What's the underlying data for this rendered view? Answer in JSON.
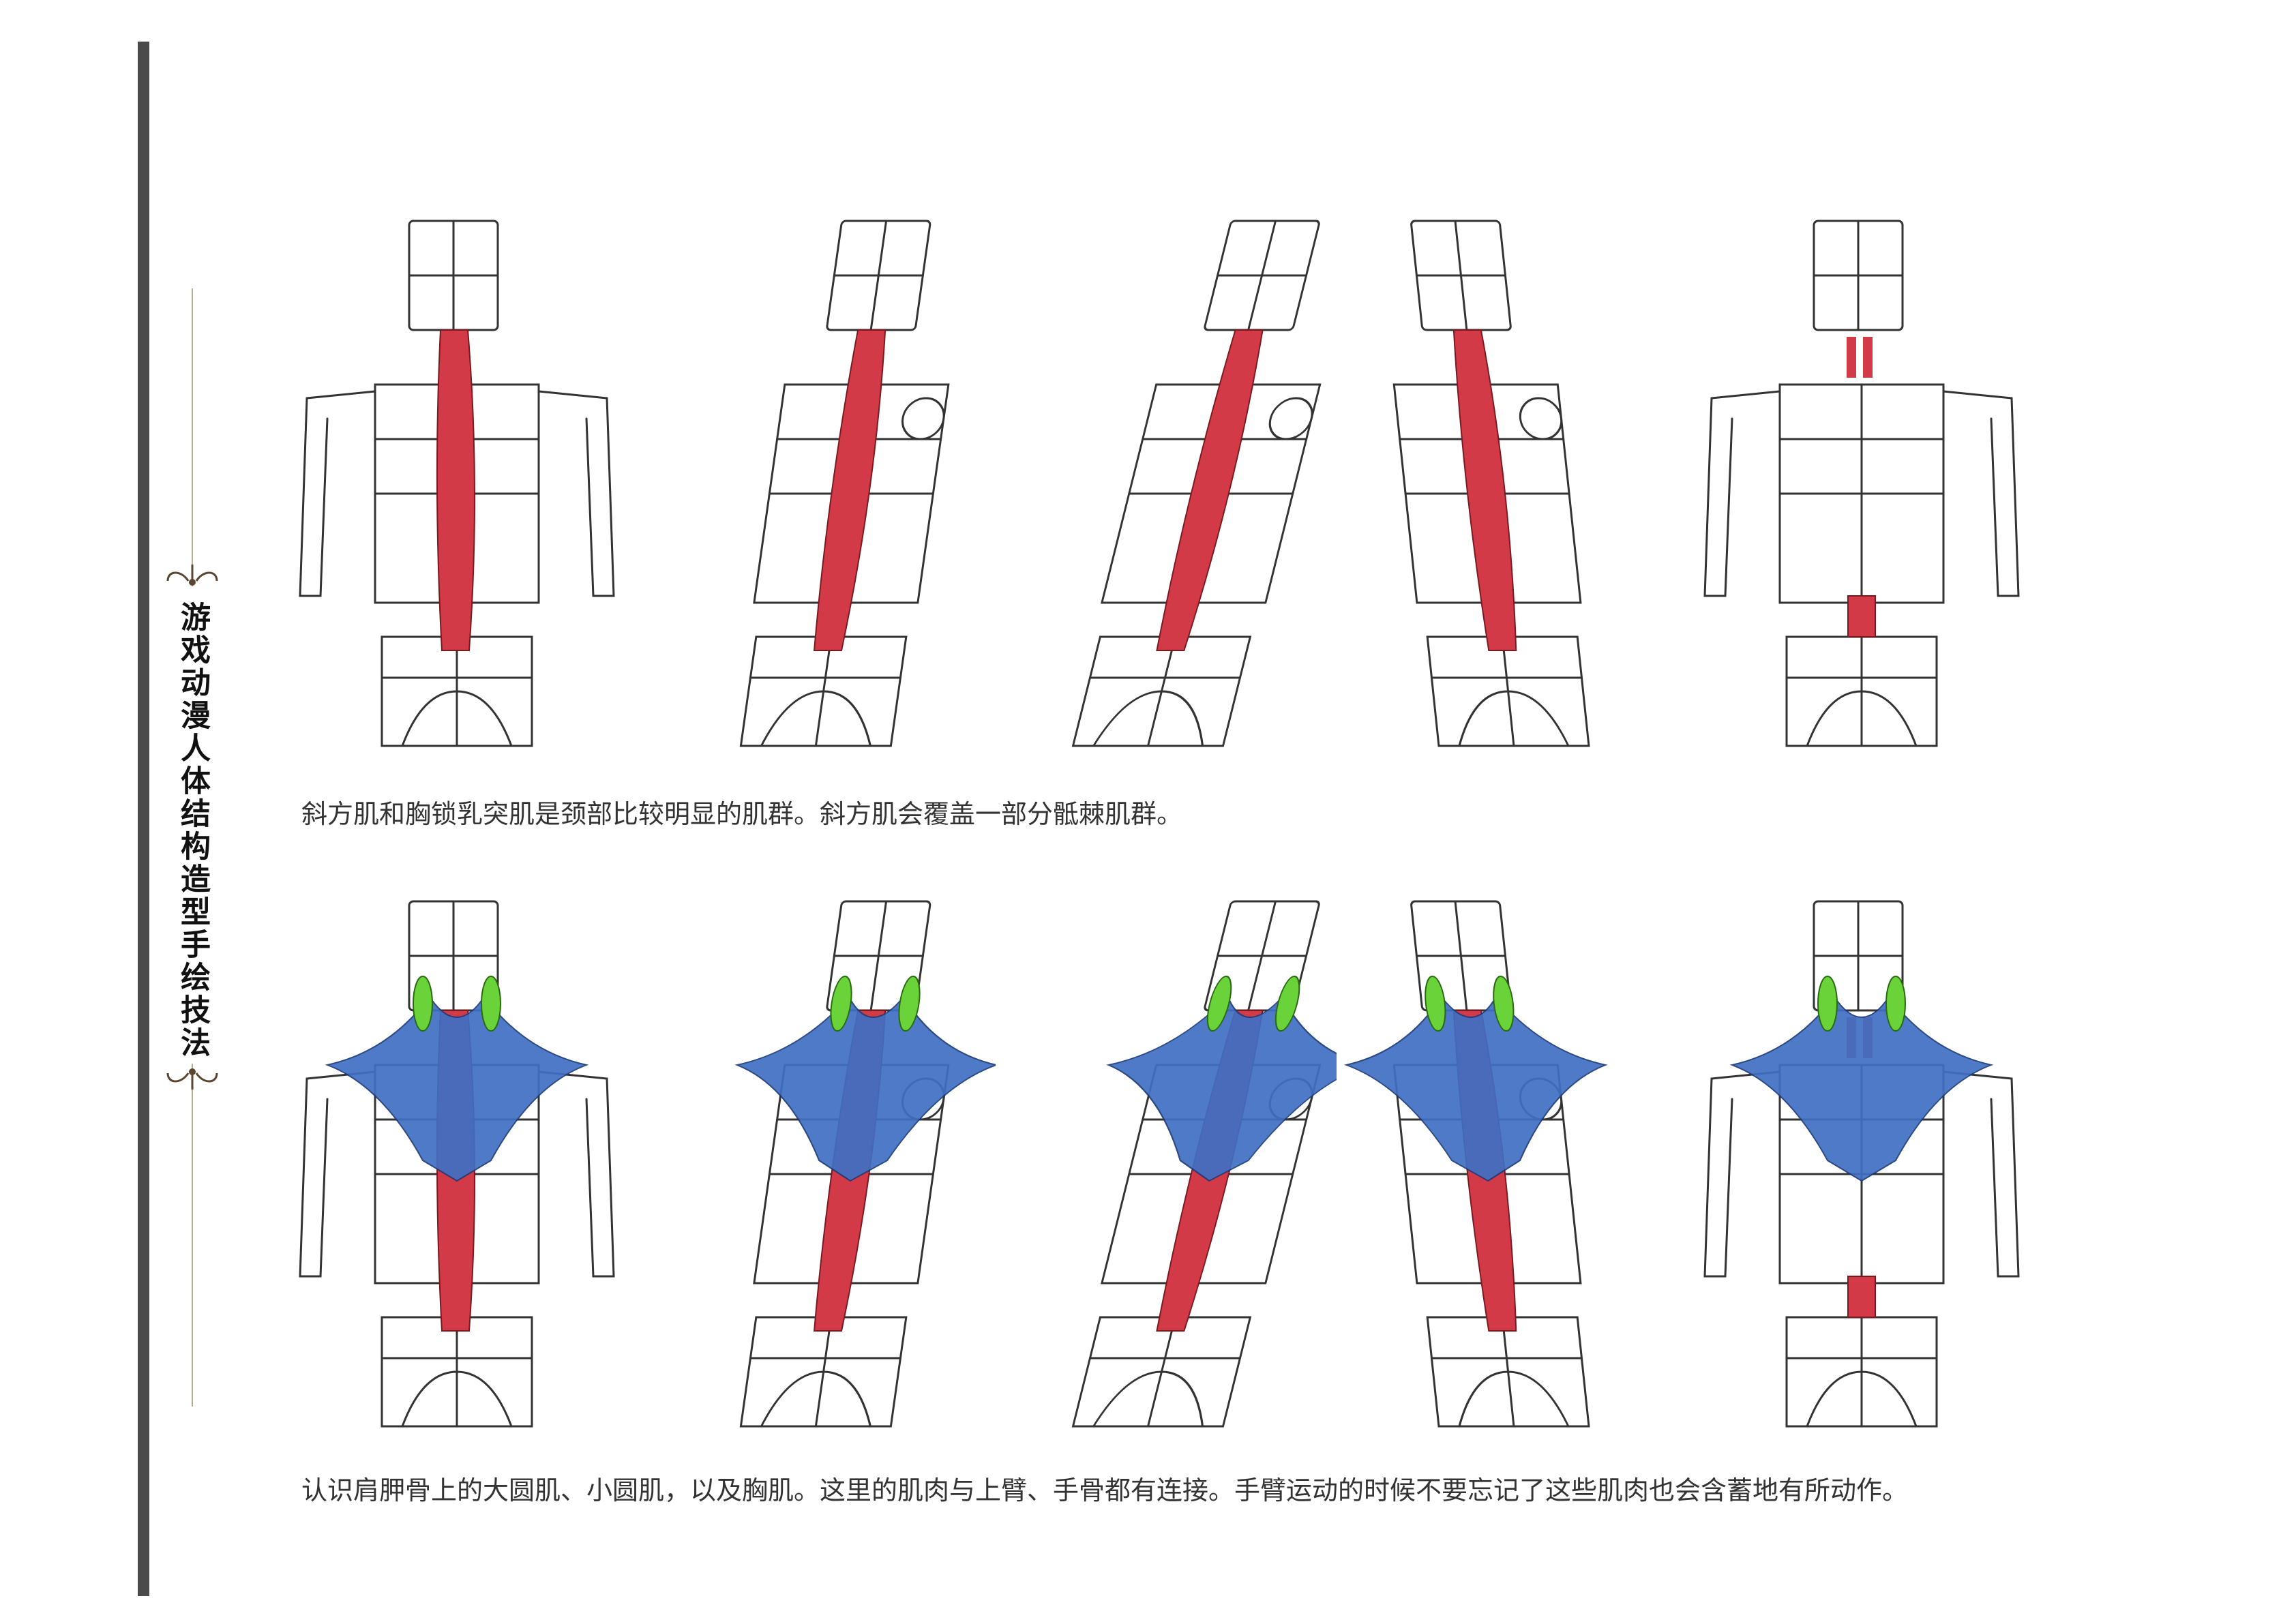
{
  "sidebar": {
    "title": "游戏动漫人体结构造型手绘技法"
  },
  "captions": {
    "top": "斜方肌和胸锁乳突肌是颈部比较明显的肌群。斜方肌会覆盖一部分骶棘肌群。",
    "bottom": "认识肩胛骨上的大圆肌、小圆肌，以及胸肌。这里的肌肉与上臂、手骨都有连接。手臂运动的时候不要忘记了这些肌肉也会含蓄地有所动作。"
  },
  "colors": {
    "red": "#d23a48",
    "blue": "#3f6fc4",
    "green": "#6ad33a",
    "pencil": "#333333"
  }
}
